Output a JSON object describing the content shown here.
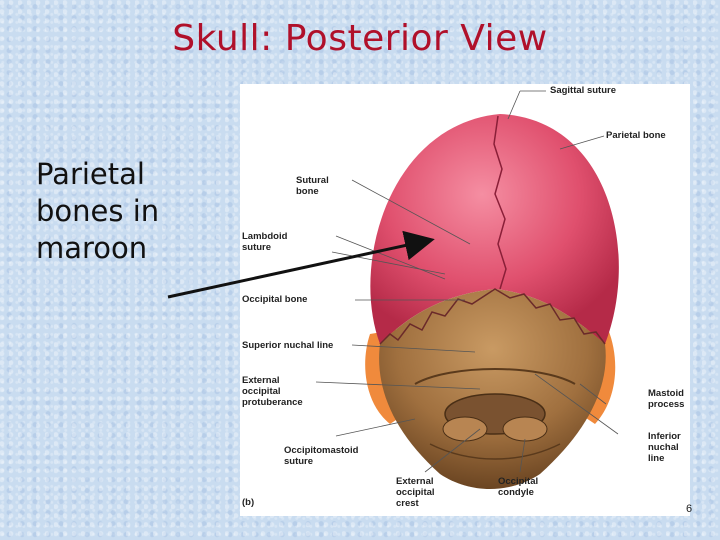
{
  "slide": {
    "title": "Skull: Posterior View",
    "side_text": "Parietal bones in maroon",
    "page_number": "6"
  },
  "figure": {
    "panel_label": "(b)",
    "labels": {
      "sagittal_suture": "Sagittal suture",
      "parietal_bone": "Parietal bone",
      "sutural_bone_1": "Sutural",
      "sutural_bone_2": "bone",
      "lambdoid_1": "Lambdoid",
      "lambdoid_2": "suture",
      "occipital_bone": "Occipital bone",
      "superior_nuchal": "Superior nuchal line",
      "ext_occ_prot_1": "External",
      "ext_occ_prot_2": "occipital",
      "ext_occ_prot_3": "protuberance",
      "occipitomastoid_1": "Occipitomastoid",
      "occipitomastoid_2": "suture",
      "ext_occ_crest_1": "External",
      "ext_occ_crest_2": "occipital",
      "ext_occ_crest_3": "crest",
      "occ_condyle_1": "Occipital",
      "occ_condyle_2": "condyle",
      "mastoid_1": "Mastoid",
      "mastoid_2": "process",
      "inf_nuchal_1": "Inferior",
      "inf_nuchal_2": "nuchal",
      "inf_nuchal_3": "line"
    },
    "colors": {
      "parietal": "#e0506e",
      "occipital": "#a9743f",
      "temporal": "#f08a3c",
      "arrow": "#111111"
    }
  }
}
